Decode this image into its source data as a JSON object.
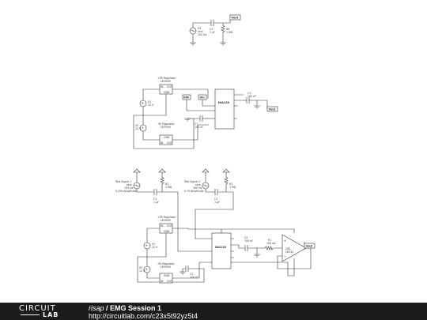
{
  "circuit1": {
    "v3": [
      "V3",
      "sine",
      "100 Hz"
    ],
    "c3": [
      "C3",
      "1 µF"
    ],
    "r6": [
      "R6",
      "1 MΩ"
    ],
    "vout": "Vout"
  },
  "circuit2": {
    "reg1": [
      "+9V Regulator",
      "LM7809"
    ],
    "reg2": [
      "-9V Regulator",
      "LM7909"
    ],
    "reg_pins": {
      "in": "IN",
      "out": "OUT",
      "gnd": "GND"
    },
    "v1": [
      "V1",
      "12 V"
    ],
    "v2": [
      "V2",
      "12 V"
    ],
    "ina": "INA126",
    "c1": [
      "C1",
      "100 nF"
    ],
    "c4": [
      "C?",
      "100 nF"
    ],
    "vin": "VIN",
    "vinp": "Vin",
    "vout": "Vout"
  },
  "circuit3": {
    "sig1": [
      "Test Signal 1",
      "sine",
      "100 Hz",
      "0.25V Amplitude"
    ],
    "sig2": [
      "Test Signal 2",
      "sine",
      "300 Hz",
      "0.75 Amplitude"
    ],
    "r1": [
      "R1",
      "1 MΩ"
    ],
    "r2": [
      "R1",
      "1 MΩ"
    ],
    "c1": [
      "C1",
      "1 µF"
    ],
    "c2": [
      "C1",
      "1 µF"
    ],
    "reg1": [
      "+9V Regulator",
      "LM7809"
    ],
    "reg2": [
      "-9V Regulator",
      "LM7909"
    ],
    "v1": [
      "V1",
      "12 V"
    ],
    "v2": [
      "V2",
      "12 V"
    ],
    "ina": "INA126",
    "c3": [
      "C2",
      "100 nF"
    ],
    "r3": [
      "R1",
      "100 kΩ"
    ],
    "c4": [
      "C2",
      "100 nF"
    ],
    "opamp": [
      "OA1",
      "LM741"
    ],
    "vout": "Vout"
  },
  "footer": {
    "logo_top": "CIRCUIT",
    "logo_bottom": "LAB",
    "username": "risap",
    "separator": " / ",
    "title": "EMG Session 1",
    "url": "http://circuitlab.com/c23x5t92yz5t4"
  }
}
